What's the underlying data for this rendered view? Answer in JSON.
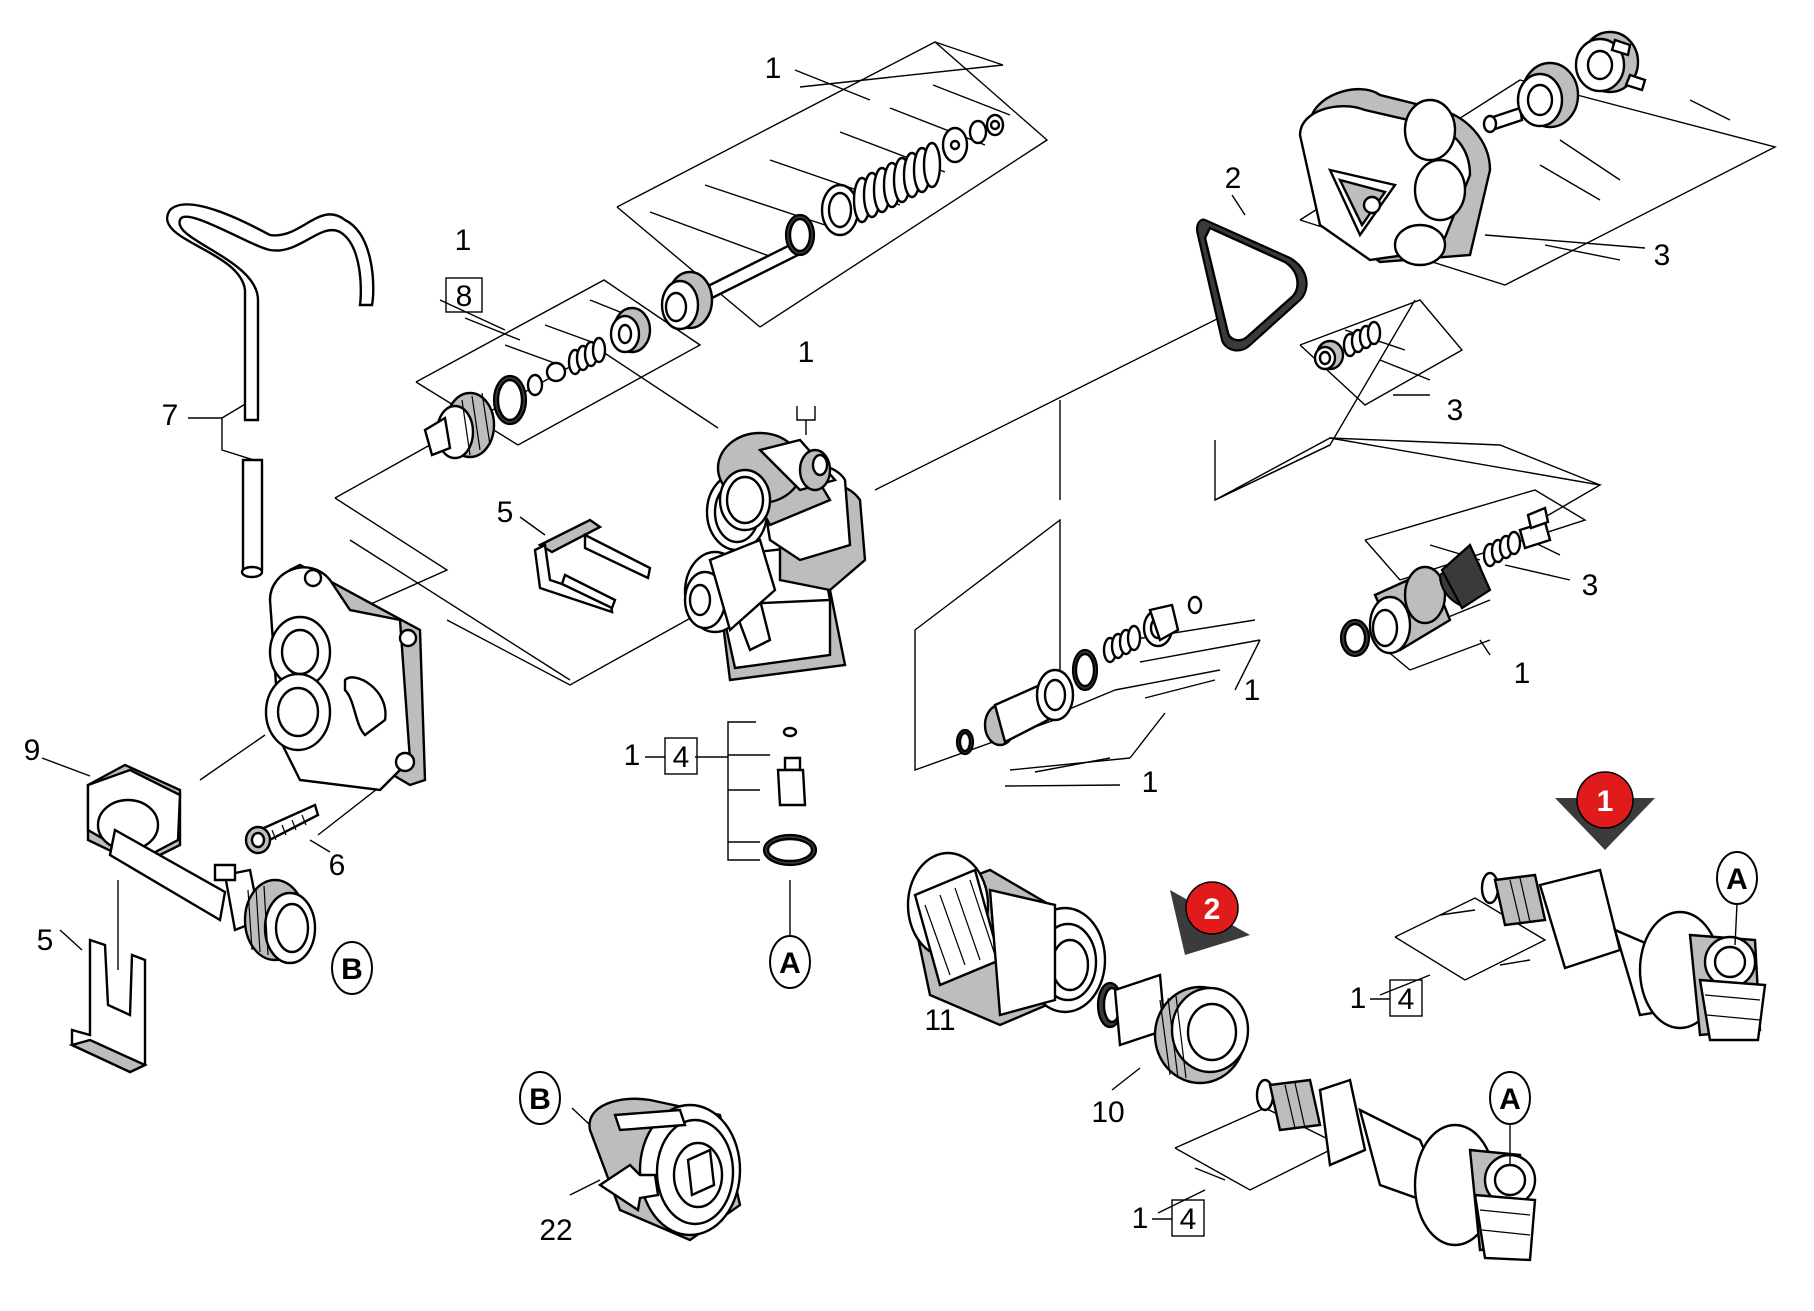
{
  "diagram": {
    "part_labels": {
      "p1_top": "1",
      "p1_set8": "1",
      "p8": "8",
      "p1_valve": "1",
      "p2": "2",
      "p3_upper": "3",
      "p3_mid": "3",
      "p3_right": "3",
      "p7": "7",
      "p5_clip": "5",
      "p5_bracket": "5",
      "p9": "9",
      "p6": "6",
      "p1_set4": "1",
      "p4_set": "4",
      "p1_mid_a": "1",
      "p1_mid_b": "1",
      "p1_right": "1",
      "p11": "11",
      "p10": "10",
      "p22": "22",
      "p1_lower": "1",
      "p4_lower": "4",
      "p1_far": "1",
      "p4_far": "4"
    },
    "connectors": {
      "a_under_valve": "A",
      "b_hose_end": "B",
      "b_nozzle": "B",
      "a_lower": "A",
      "a_far": "A"
    },
    "markers": {
      "variant_1": "1",
      "variant_2": "2"
    },
    "colors": {
      "marker_red": "#e11b1b",
      "marker_shadow": "#3b3b3b",
      "line": "#000000",
      "shade": "#bdbdbd"
    }
  }
}
